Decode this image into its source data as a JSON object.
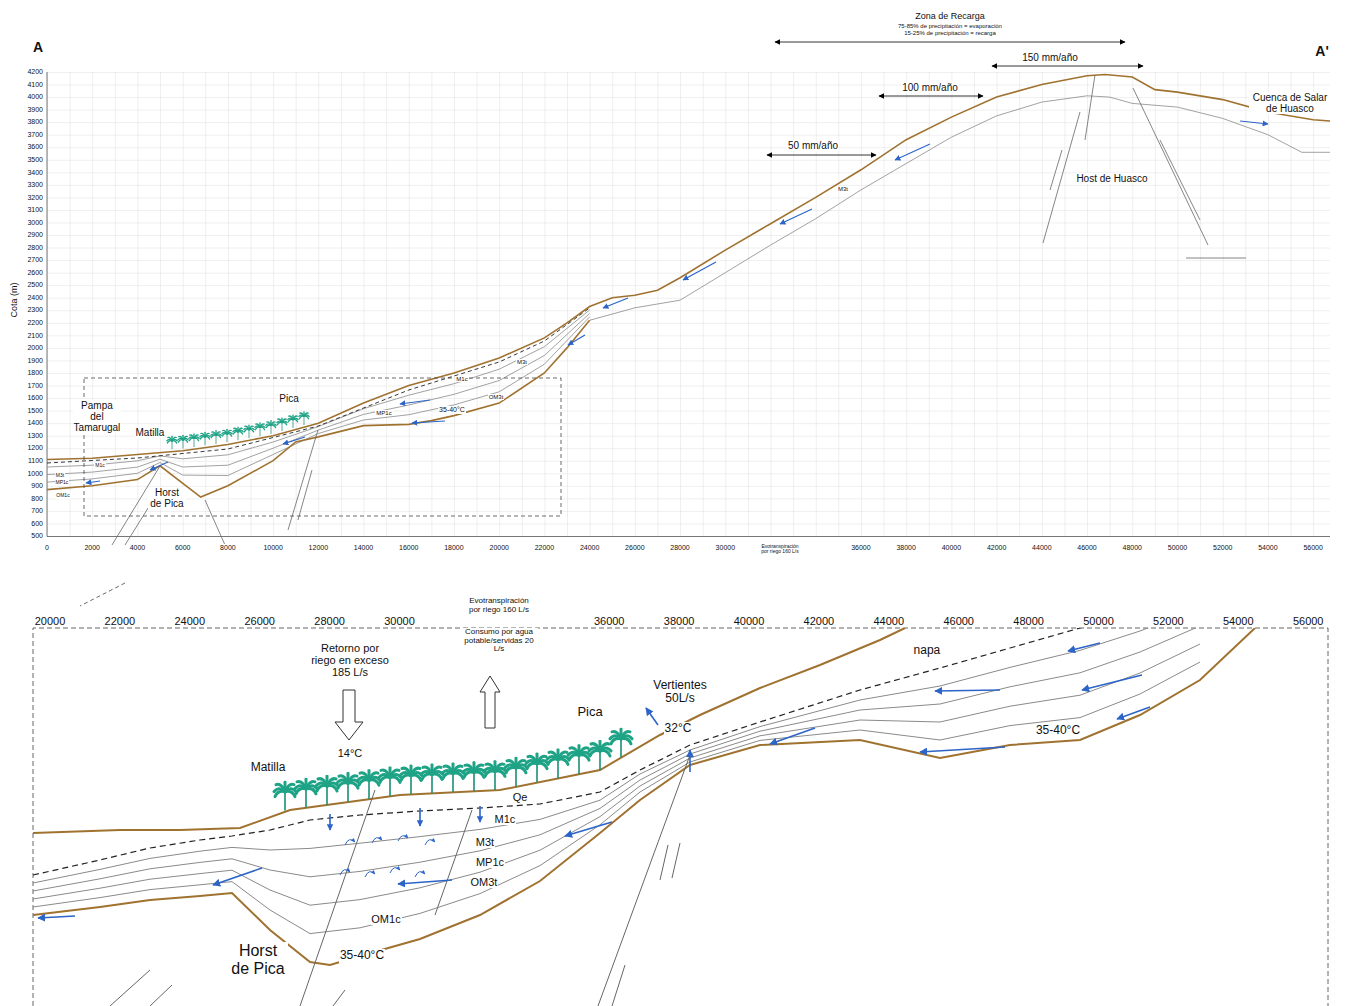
{
  "diagram": {
    "labels": [
      "A",
      "A'",
      "Zona de Recarga",
      "75-85% de precipitación = evaporación",
      "15-25% de precipitación = recarga",
      "150 mm/año",
      "100 mm/año",
      "50 mm/año",
      "Cuenca de Salar de Huasco",
      "Host de Huasco",
      "M3t",
      "Cota (m)",
      "Pampa del Tamarugal",
      "Matilla",
      "Pica",
      "Horst de Pica",
      "M1c",
      "M3t",
      "MP1c",
      "OM1c",
      "M1c",
      "M3t",
      "MP1c",
      "OM3t",
      "35-40°C",
      "Evotranspiración por riego 160 L/s",
      "4200",
      "4100",
      "4000",
      "3900",
      "3800",
      "3700",
      "3600",
      "3500",
      "3400",
      "3300",
      "3200",
      "3100",
      "3000",
      "2900",
      "2800",
      "2700",
      "2600",
      "2500",
      "2400",
      "2300",
      "2200",
      "2100",
      "2000",
      "1900",
      "1800",
      "1700",
      "1600",
      "1500",
      "1400",
      "1300",
      "1200",
      "1100",
      "1000",
      "900",
      "800",
      "700",
      "600",
      "500",
      "0",
      "2000",
      "4000",
      "6000",
      "8000",
      "10000",
      "12000",
      "14000",
      "16000",
      "18000",
      "20000",
      "22000",
      "24000",
      "26000",
      "28000",
      "30000",
      "36000",
      "38000",
      "40000",
      "42000",
      "44000",
      "46000",
      "48000",
      "50000",
      "52000",
      "54000",
      "56000",
      "Evotranspiración por riego 160 L/s",
      "Consumo por agua potable/servidas 20 L/s",
      "Retorno por riego en exceso 185 L/s",
      "14°C",
      "Matilla",
      "Pica",
      "Vertientes 50L/s",
      "32°C",
      "napa",
      "35-40°C",
      "Qe",
      "M1c",
      "M3t",
      "MP1c",
      "OM3t",
      "OM1c",
      "Horst de Pica",
      "35-40°C",
      "20000",
      "22000",
      "24000",
      "26000",
      "28000",
      "30000",
      "36000",
      "38000",
      "40000",
      "42000",
      "44000",
      "46000",
      "48000",
      "50000",
      "52000",
      "54000",
      "56000"
    ]
  }
}
